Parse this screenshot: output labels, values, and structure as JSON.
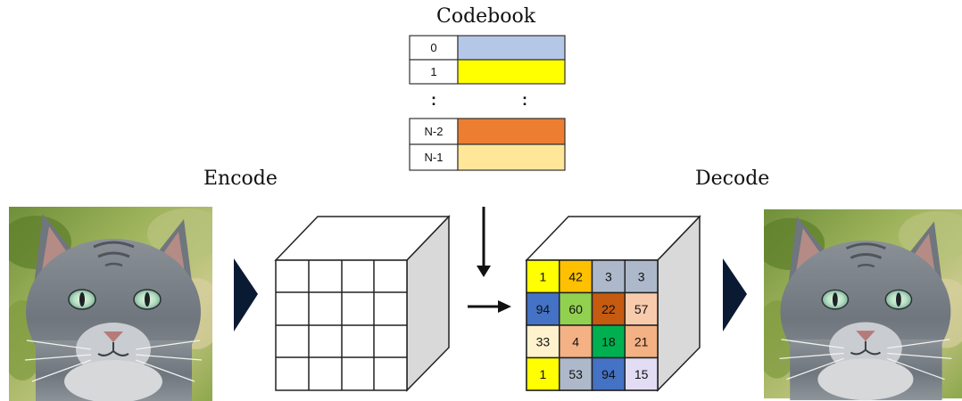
{
  "codebook": {
    "title": "Codebook",
    "rows_top": [
      {
        "index": "0",
        "color": "#b4c7e7"
      },
      {
        "index": "1",
        "color": "#ffff00"
      }
    ],
    "ellipsis_left": ":",
    "ellipsis_right": ":",
    "rows_bottom": [
      {
        "index": "N-2",
        "color": "#ed7d31"
      },
      {
        "index": "N-1",
        "color": "#ffe699"
      }
    ]
  },
  "encode": {
    "label": "Encode"
  },
  "decode": {
    "label": "Decode"
  },
  "images": {
    "input": "cat-photo",
    "output": "cat-photo-reconstructed"
  },
  "grid": {
    "values": [
      [
        "1",
        "42",
        "3",
        "3"
      ],
      [
        "94",
        "60",
        "22",
        "57"
      ],
      [
        "33",
        "4",
        "18",
        "21"
      ],
      [
        "1",
        "53",
        "94",
        "15"
      ]
    ],
    "colors": [
      [
        "#ffff00",
        "#ffc000",
        "#adb9ca",
        "#adb9ca"
      ],
      [
        "#4472c4",
        "#92d050",
        "#c55a11",
        "#f8cbad"
      ],
      [
        "#fff2cc",
        "#f4b183",
        "#00b050",
        "#f4b183"
      ],
      [
        "#ffff00",
        "#adb9ca",
        "#4472c4",
        "#e2dcf5"
      ]
    ]
  }
}
